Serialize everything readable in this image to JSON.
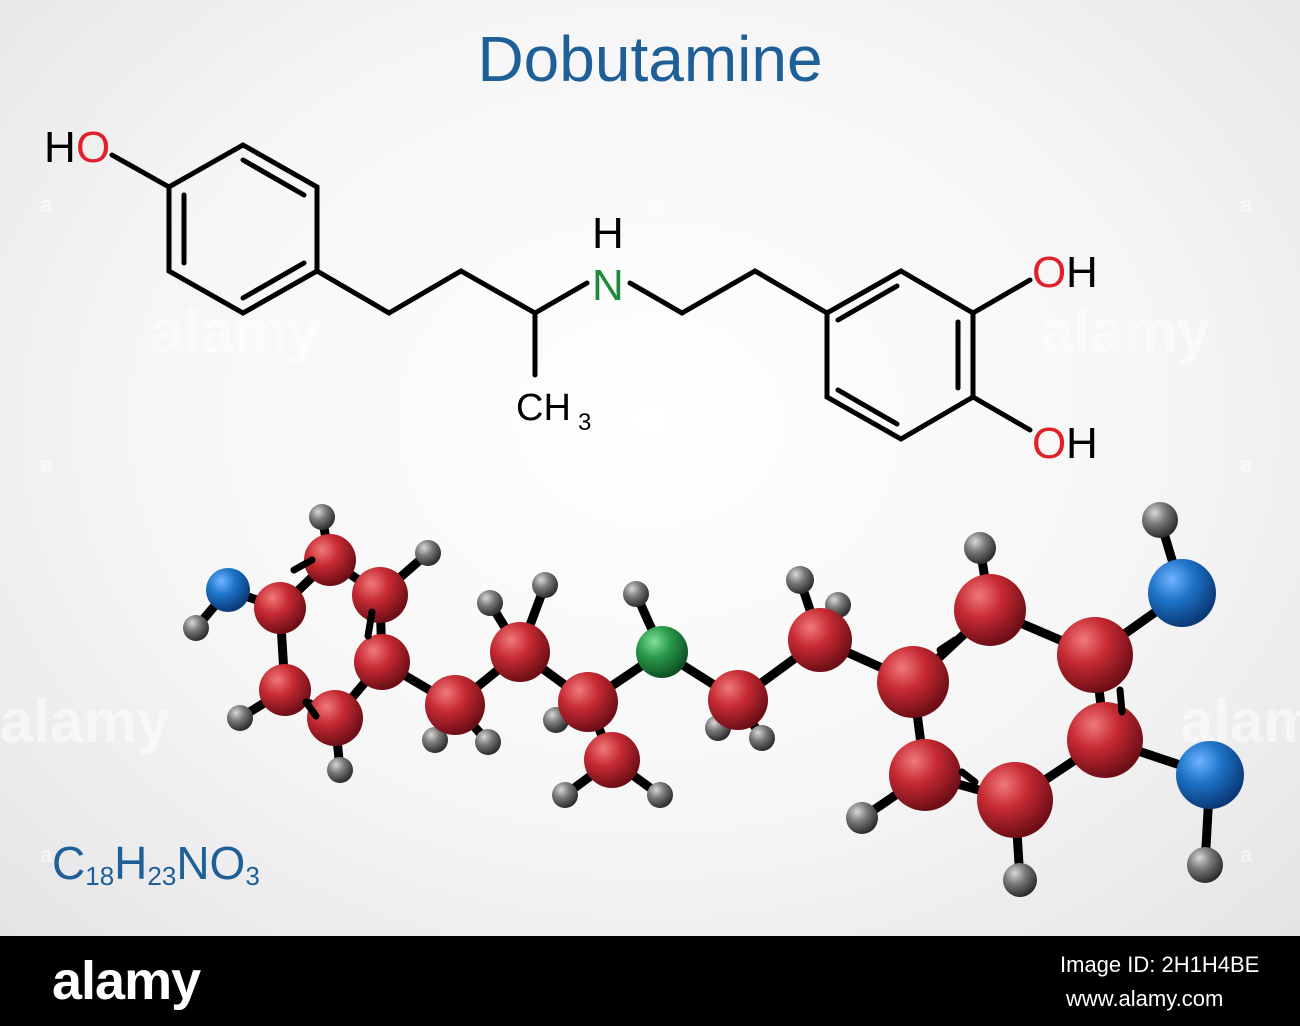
{
  "title": "Dobutamine",
  "formula": {
    "c": "C",
    "c_n": "18",
    "h": "H",
    "h_n": "23",
    "n": "NO",
    "o_n": "3"
  },
  "structure_labels": {
    "ho_h": "H",
    "ho_o": "O",
    "nh_h": "H",
    "nh_n": "N",
    "ch3": "CH",
    "ch3_sub": "3",
    "oh1_o": "O",
    "oh1_h": "H",
    "oh2_o": "O",
    "oh2_h": "H"
  },
  "colors": {
    "title": "#1f5f98",
    "oxygen_label": "#e0202a",
    "nitrogen_label": "#1f8a3c",
    "carbon_ball": "#b01e2a",
    "oxygen_ball": "#1565b0",
    "nitrogen_ball": "#1f7a3a",
    "hydrogen_ball": "#606060"
  },
  "watermark": {
    "text": "alamy",
    "mark": "a"
  },
  "footer": {
    "logo": "alamy",
    "image_id": "Image ID: 2H1H4BE",
    "url": "www.alamy.com"
  }
}
